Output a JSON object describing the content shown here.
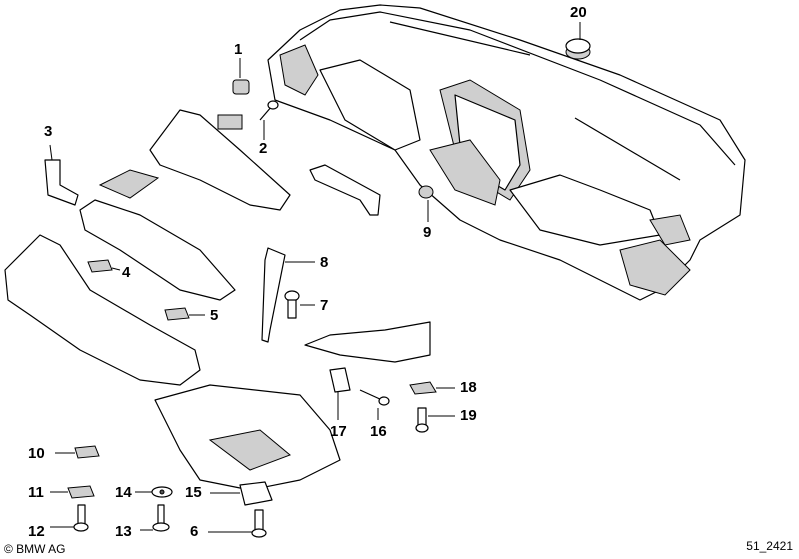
{
  "callouts": [
    {
      "id": "1",
      "text": "1"
    },
    {
      "id": "2",
      "text": "2"
    },
    {
      "id": "3",
      "text": "3"
    },
    {
      "id": "4",
      "text": "4"
    },
    {
      "id": "5",
      "text": "5"
    },
    {
      "id": "6",
      "text": "6"
    },
    {
      "id": "7",
      "text": "7"
    },
    {
      "id": "8",
      "text": "8"
    },
    {
      "id": "9",
      "text": "9"
    },
    {
      "id": "10",
      "text": "10"
    },
    {
      "id": "11",
      "text": "11"
    },
    {
      "id": "12",
      "text": "12"
    },
    {
      "id": "13",
      "text": "13"
    },
    {
      "id": "14",
      "text": "14"
    },
    {
      "id": "15",
      "text": "15"
    },
    {
      "id": "16",
      "text": "16"
    },
    {
      "id": "17",
      "text": "17"
    },
    {
      "id": "18",
      "text": "18"
    },
    {
      "id": "19",
      "text": "19"
    },
    {
      "id": "20",
      "text": "20"
    }
  ],
  "copyright": "© BMW AG",
  "doc_number": "51_2421"
}
